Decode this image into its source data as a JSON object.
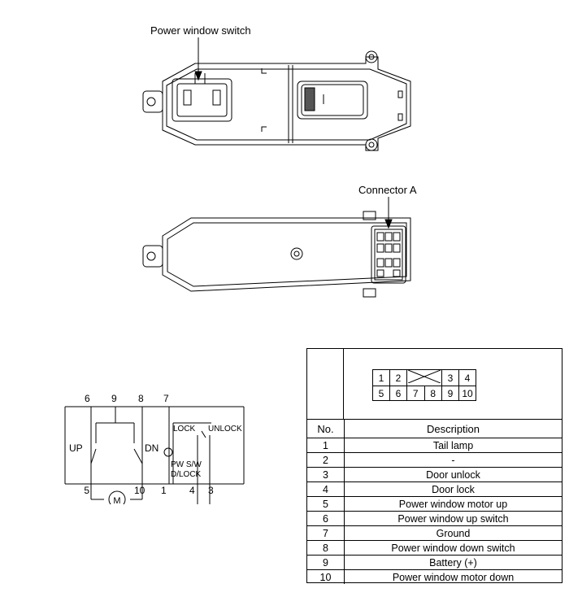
{
  "labels": {
    "power_window_switch": "Power window switch",
    "connector_a": "Connector A"
  },
  "schematic": {
    "pin_top": [
      "6",
      "9",
      "8",
      "7"
    ],
    "pin_bottom": [
      "5",
      "10",
      "1",
      "4",
      "3"
    ],
    "up": "UP",
    "dn": "DN",
    "lock": "LOCK",
    "unlock": "UNLOCK",
    "pw_sw": "PW S/W",
    "d_lock": "D/LOCK",
    "motor": "M"
  },
  "connector_pins": {
    "top_row": [
      "1",
      "2",
      "",
      "3",
      "4"
    ],
    "bottom_row": [
      "5",
      "6",
      "7",
      "8",
      "9",
      "10"
    ]
  },
  "table": {
    "header_no": "No.",
    "header_desc": "Description",
    "rows": [
      {
        "no": "1",
        "desc": "Tail lamp"
      },
      {
        "no": "2",
        "desc": "-"
      },
      {
        "no": "3",
        "desc": "Door unlock"
      },
      {
        "no": "4",
        "desc": "Door lock"
      },
      {
        "no": "5",
        "desc": "Power window motor up"
      },
      {
        "no": "6",
        "desc": "Power window up switch"
      },
      {
        "no": "7",
        "desc": "Ground"
      },
      {
        "no": "8",
        "desc": "Power window down switch"
      },
      {
        "no": "9",
        "desc": "Battery (+)"
      },
      {
        "no": "10",
        "desc": "Power window motor down"
      }
    ]
  }
}
